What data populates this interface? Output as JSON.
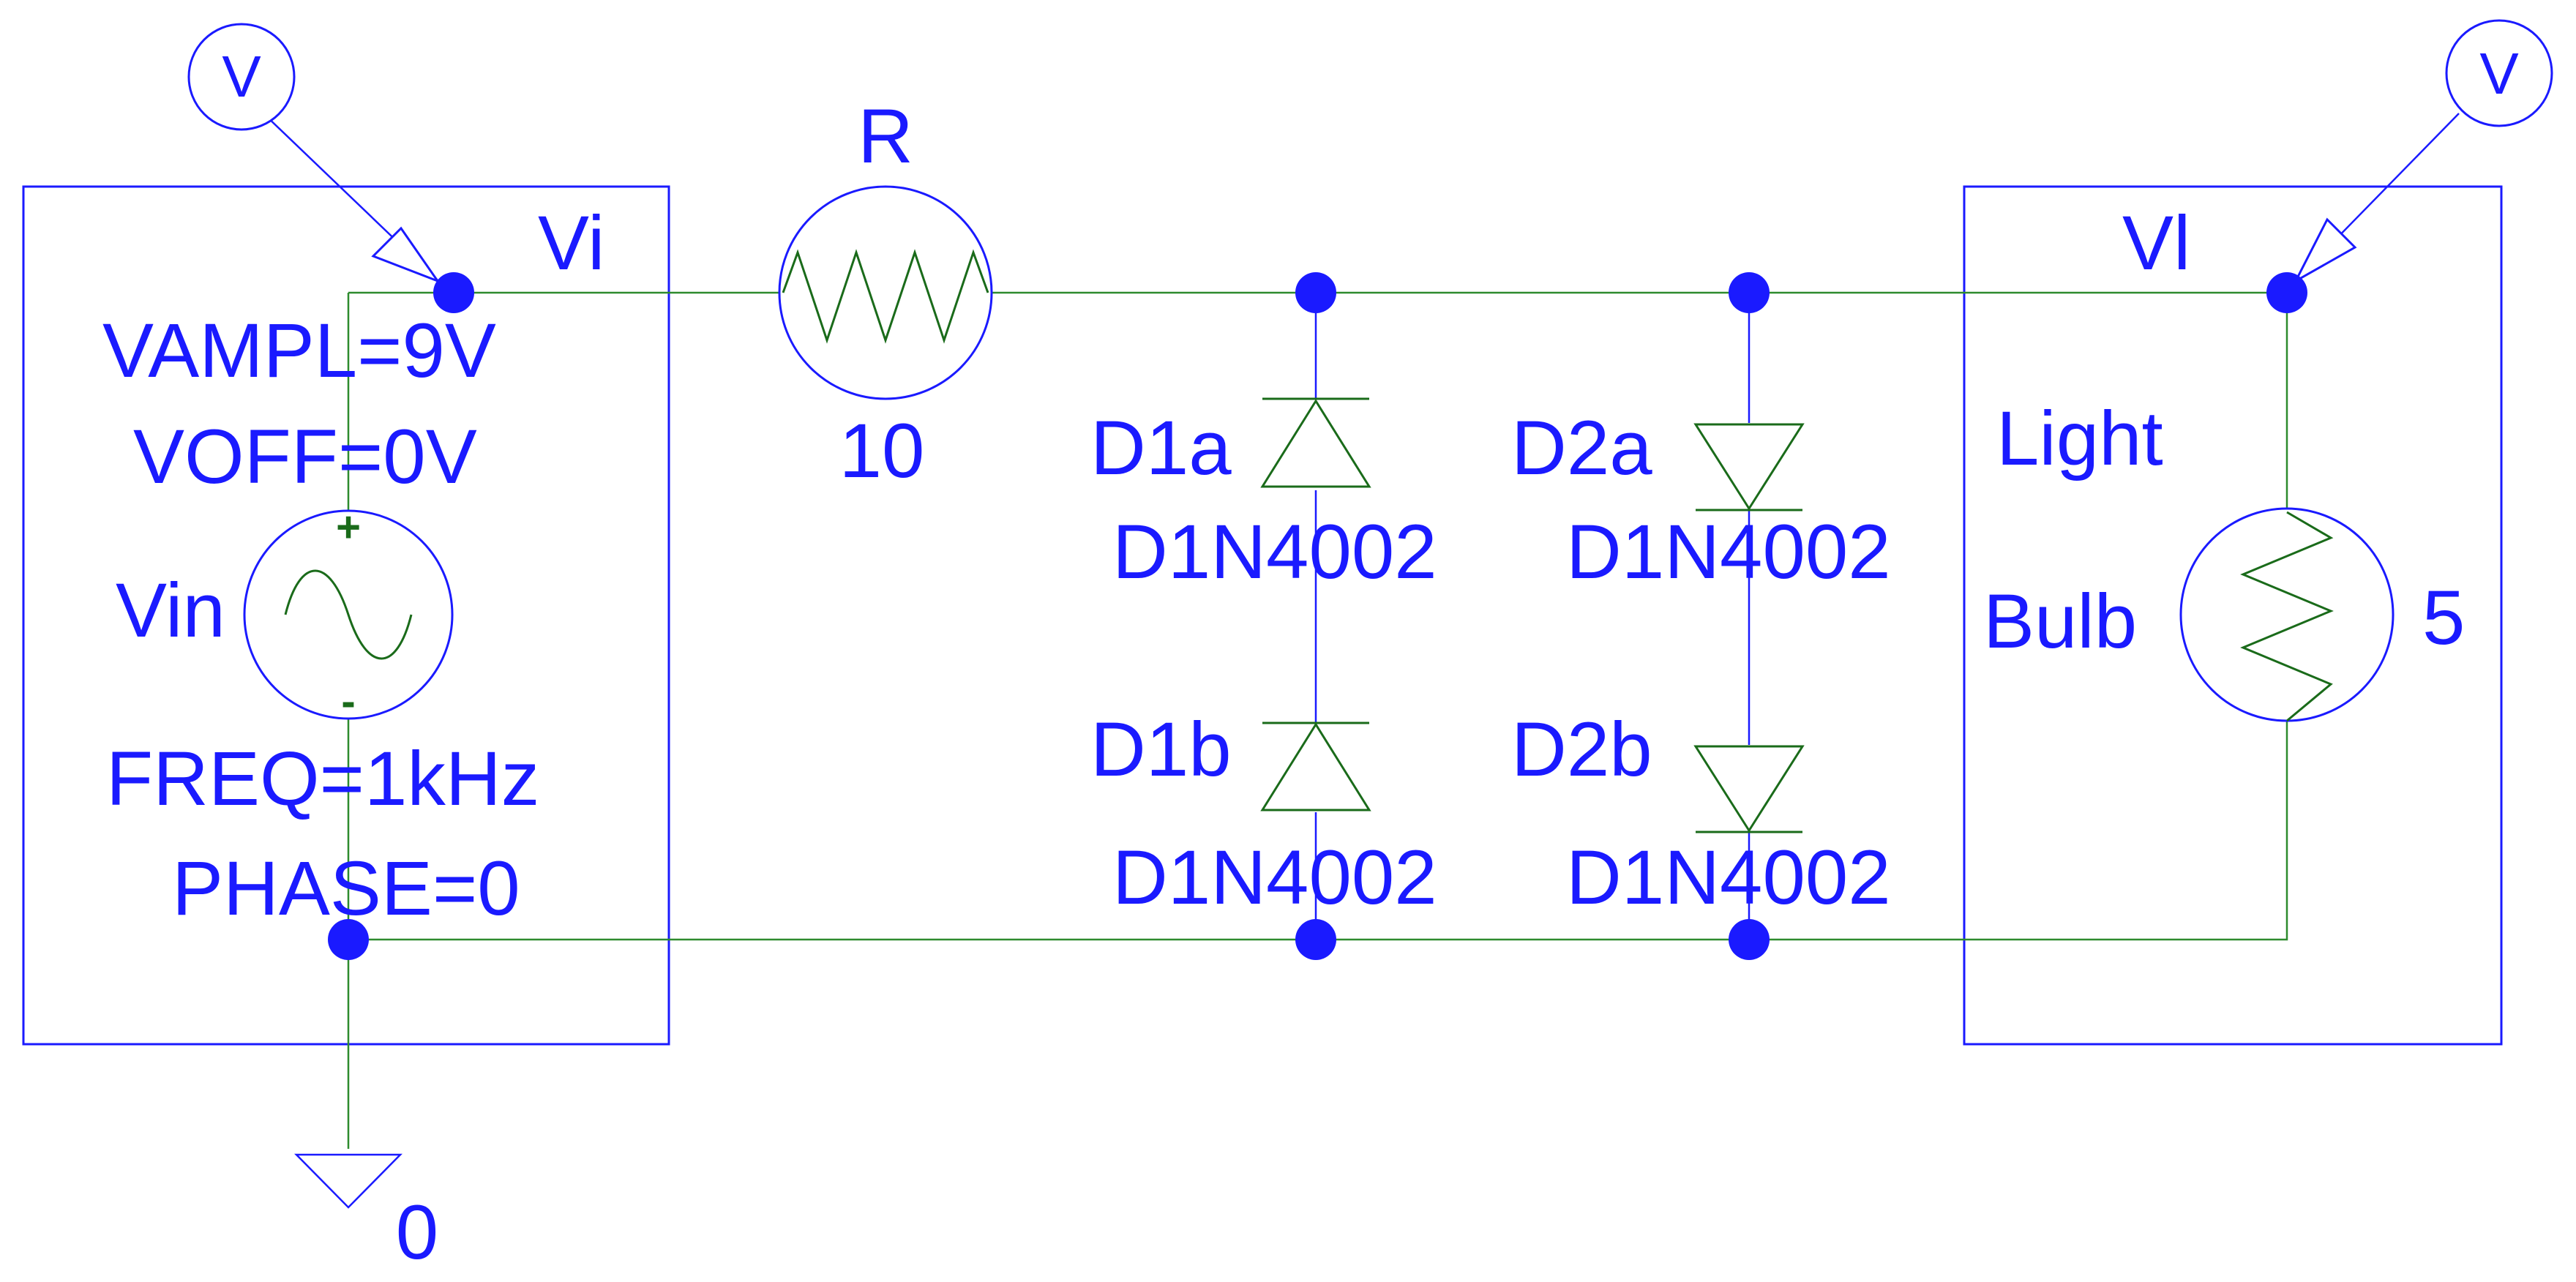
{
  "colors": {
    "label": "#1a1aff",
    "wire": "#2e8b2e",
    "component": "#1a6b1a",
    "node": "#1a1aff"
  },
  "markers": {
    "left": "V",
    "right": "V"
  },
  "source_box": {
    "title": "Vi",
    "vampl": "VAMPL=9V",
    "voff": "VOFF=0V",
    "name": "Vin",
    "plus": "+",
    "minus": "-",
    "freq": "FREQ=1kHz",
    "phase": "PHASE=0"
  },
  "resistor": {
    "name": "R",
    "value": "10"
  },
  "diodes": [
    {
      "name": "D1a",
      "model": "D1N4002"
    },
    {
      "name": "D1b",
      "model": "D1N4002"
    },
    {
      "name": "D2a",
      "model": "D1N4002"
    },
    {
      "name": "D2b",
      "model": "D1N4002"
    }
  ],
  "load_box": {
    "title": "Vl",
    "name_line1": "Light",
    "name_line2": "Bulb",
    "value": "5"
  },
  "ground": {
    "label": "0"
  }
}
